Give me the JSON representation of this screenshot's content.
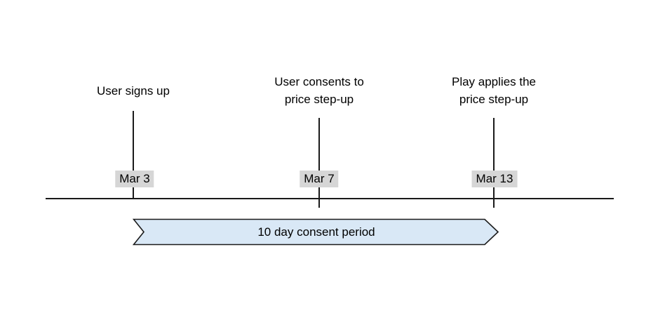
{
  "events": [
    {
      "label": "User signs up",
      "date": "Mar 3"
    },
    {
      "label": "User consents to\nprice step-up",
      "date": "Mar 7"
    },
    {
      "label": "Play applies the\nprice step-up",
      "date": "Mar 13"
    }
  ],
  "banner": {
    "label": "10 day consent period"
  },
  "colors": {
    "banner_fill": "#d9e8f6",
    "banner_stroke": "#1a1a1a",
    "date_bg": "#d6d6d6",
    "line": "#1a1a1a"
  }
}
